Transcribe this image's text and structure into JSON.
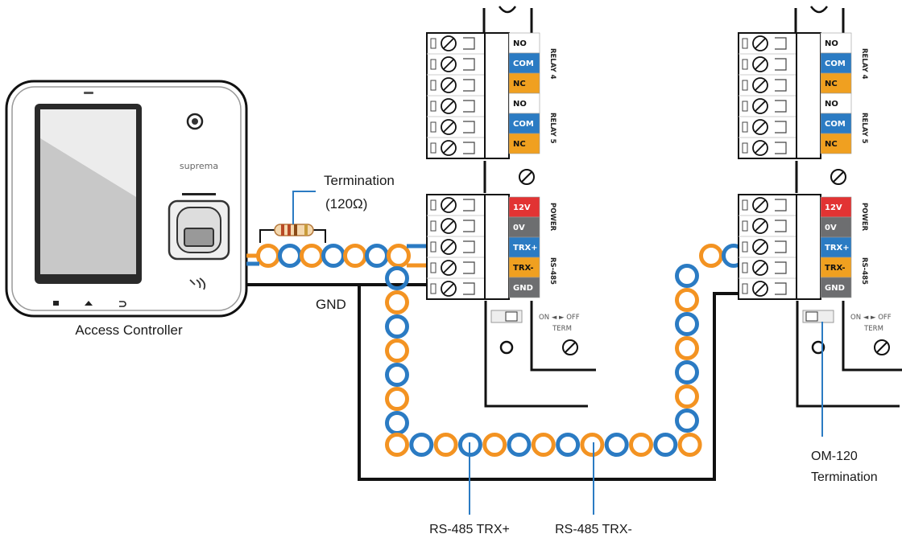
{
  "labels": {
    "termination_title": "Termination",
    "termination_value": "(120Ω)",
    "gnd": "GND",
    "access_controller": "Access Controller",
    "om120_line1": "OM-120",
    "om120_line2": "Termination",
    "trx_plus": "RS-485  TRX+",
    "trx_minus": "RS-485  TRX-"
  },
  "device": {
    "brand": "suprema"
  },
  "modules": [
    {
      "relay_terminals": [
        "NO",
        "COM",
        "NC",
        "NO",
        "COM",
        "NC"
      ],
      "relay4": "RELAY 4",
      "relay5": "RELAY 5",
      "power_terminals": [
        "12V",
        "0V",
        "TRX+",
        "TRX-",
        "GND"
      ],
      "power_label": "POWER",
      "rs485_label": "RS-485",
      "switch_on_off": "ON ◄ ► OFF",
      "term_label": "TERM"
    },
    {
      "relay_terminals": [
        "NO",
        "COM",
        "NC",
        "NO",
        "COM",
        "NC"
      ],
      "relay4": "RELAY 4",
      "relay5": "RELAY 5",
      "power_terminals": [
        "12V",
        "0V",
        "TRX+",
        "TRX-",
        "GND"
      ],
      "power_label": "POWER",
      "rs485_label": "RS-485",
      "switch_on_off": "ON ◄ ► OFF",
      "term_label": "TERM"
    }
  ],
  "colors": {
    "wire_orange": "#f39322",
    "wire_blue": "#2b7bc3",
    "red": "#e23333",
    "gray": "#6d6e70",
    "blue": "#2b7bc3",
    "orange": "#f0a020",
    "white": "#ffffff"
  }
}
